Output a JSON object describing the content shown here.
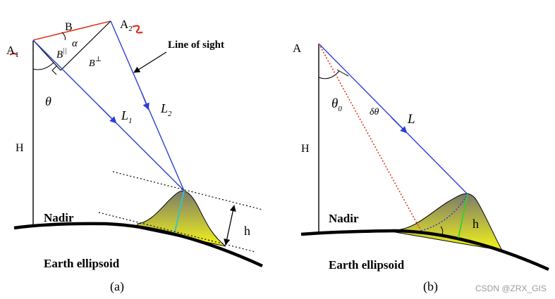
{
  "colors": {
    "ground": "#000000",
    "sight_line": "#2a3fd6",
    "baseline": "#e03a1e",
    "dem_top": "#7a7a6a",
    "dem_bottom": "#f4f41a",
    "height_line_a": "#29c6d6",
    "height_line_b": "#2fd12f",
    "dotted_red": "#e03a1e",
    "dotted_blue": "#3a3acc",
    "annotation_red": "#e8281e"
  },
  "panel_a": {
    "label_A1": "A",
    "sub_A1": "1",
    "label_A2": "A",
    "sub_A2": "2",
    "label_B": "B",
    "label_alpha": "α",
    "label_Bpar": "B",
    "sup_Bpar": "||",
    "label_Bperp": "B",
    "sup_Bperp": "⊥",
    "label_theta": "θ",
    "label_H": "H",
    "label_L1": "L",
    "sub_L1": "1",
    "label_L2": "L",
    "sub_L2": "2",
    "line_of_sight": "Line of sight",
    "nadir": "Nadir",
    "earth": "Earth ellipsoid",
    "label_h": "h",
    "caption": "(a)"
  },
  "panel_b": {
    "label_A": "A",
    "label_theta0": "θ",
    "sub_theta0": "0",
    "label_dtheta": "δθ",
    "label_L": "L",
    "label_H": "H",
    "nadir": "Nadir",
    "earth": "Earth ellipsoid",
    "label_h": "h",
    "caption": "(b)"
  },
  "watermark": "CSDN @ZRX_GIS"
}
